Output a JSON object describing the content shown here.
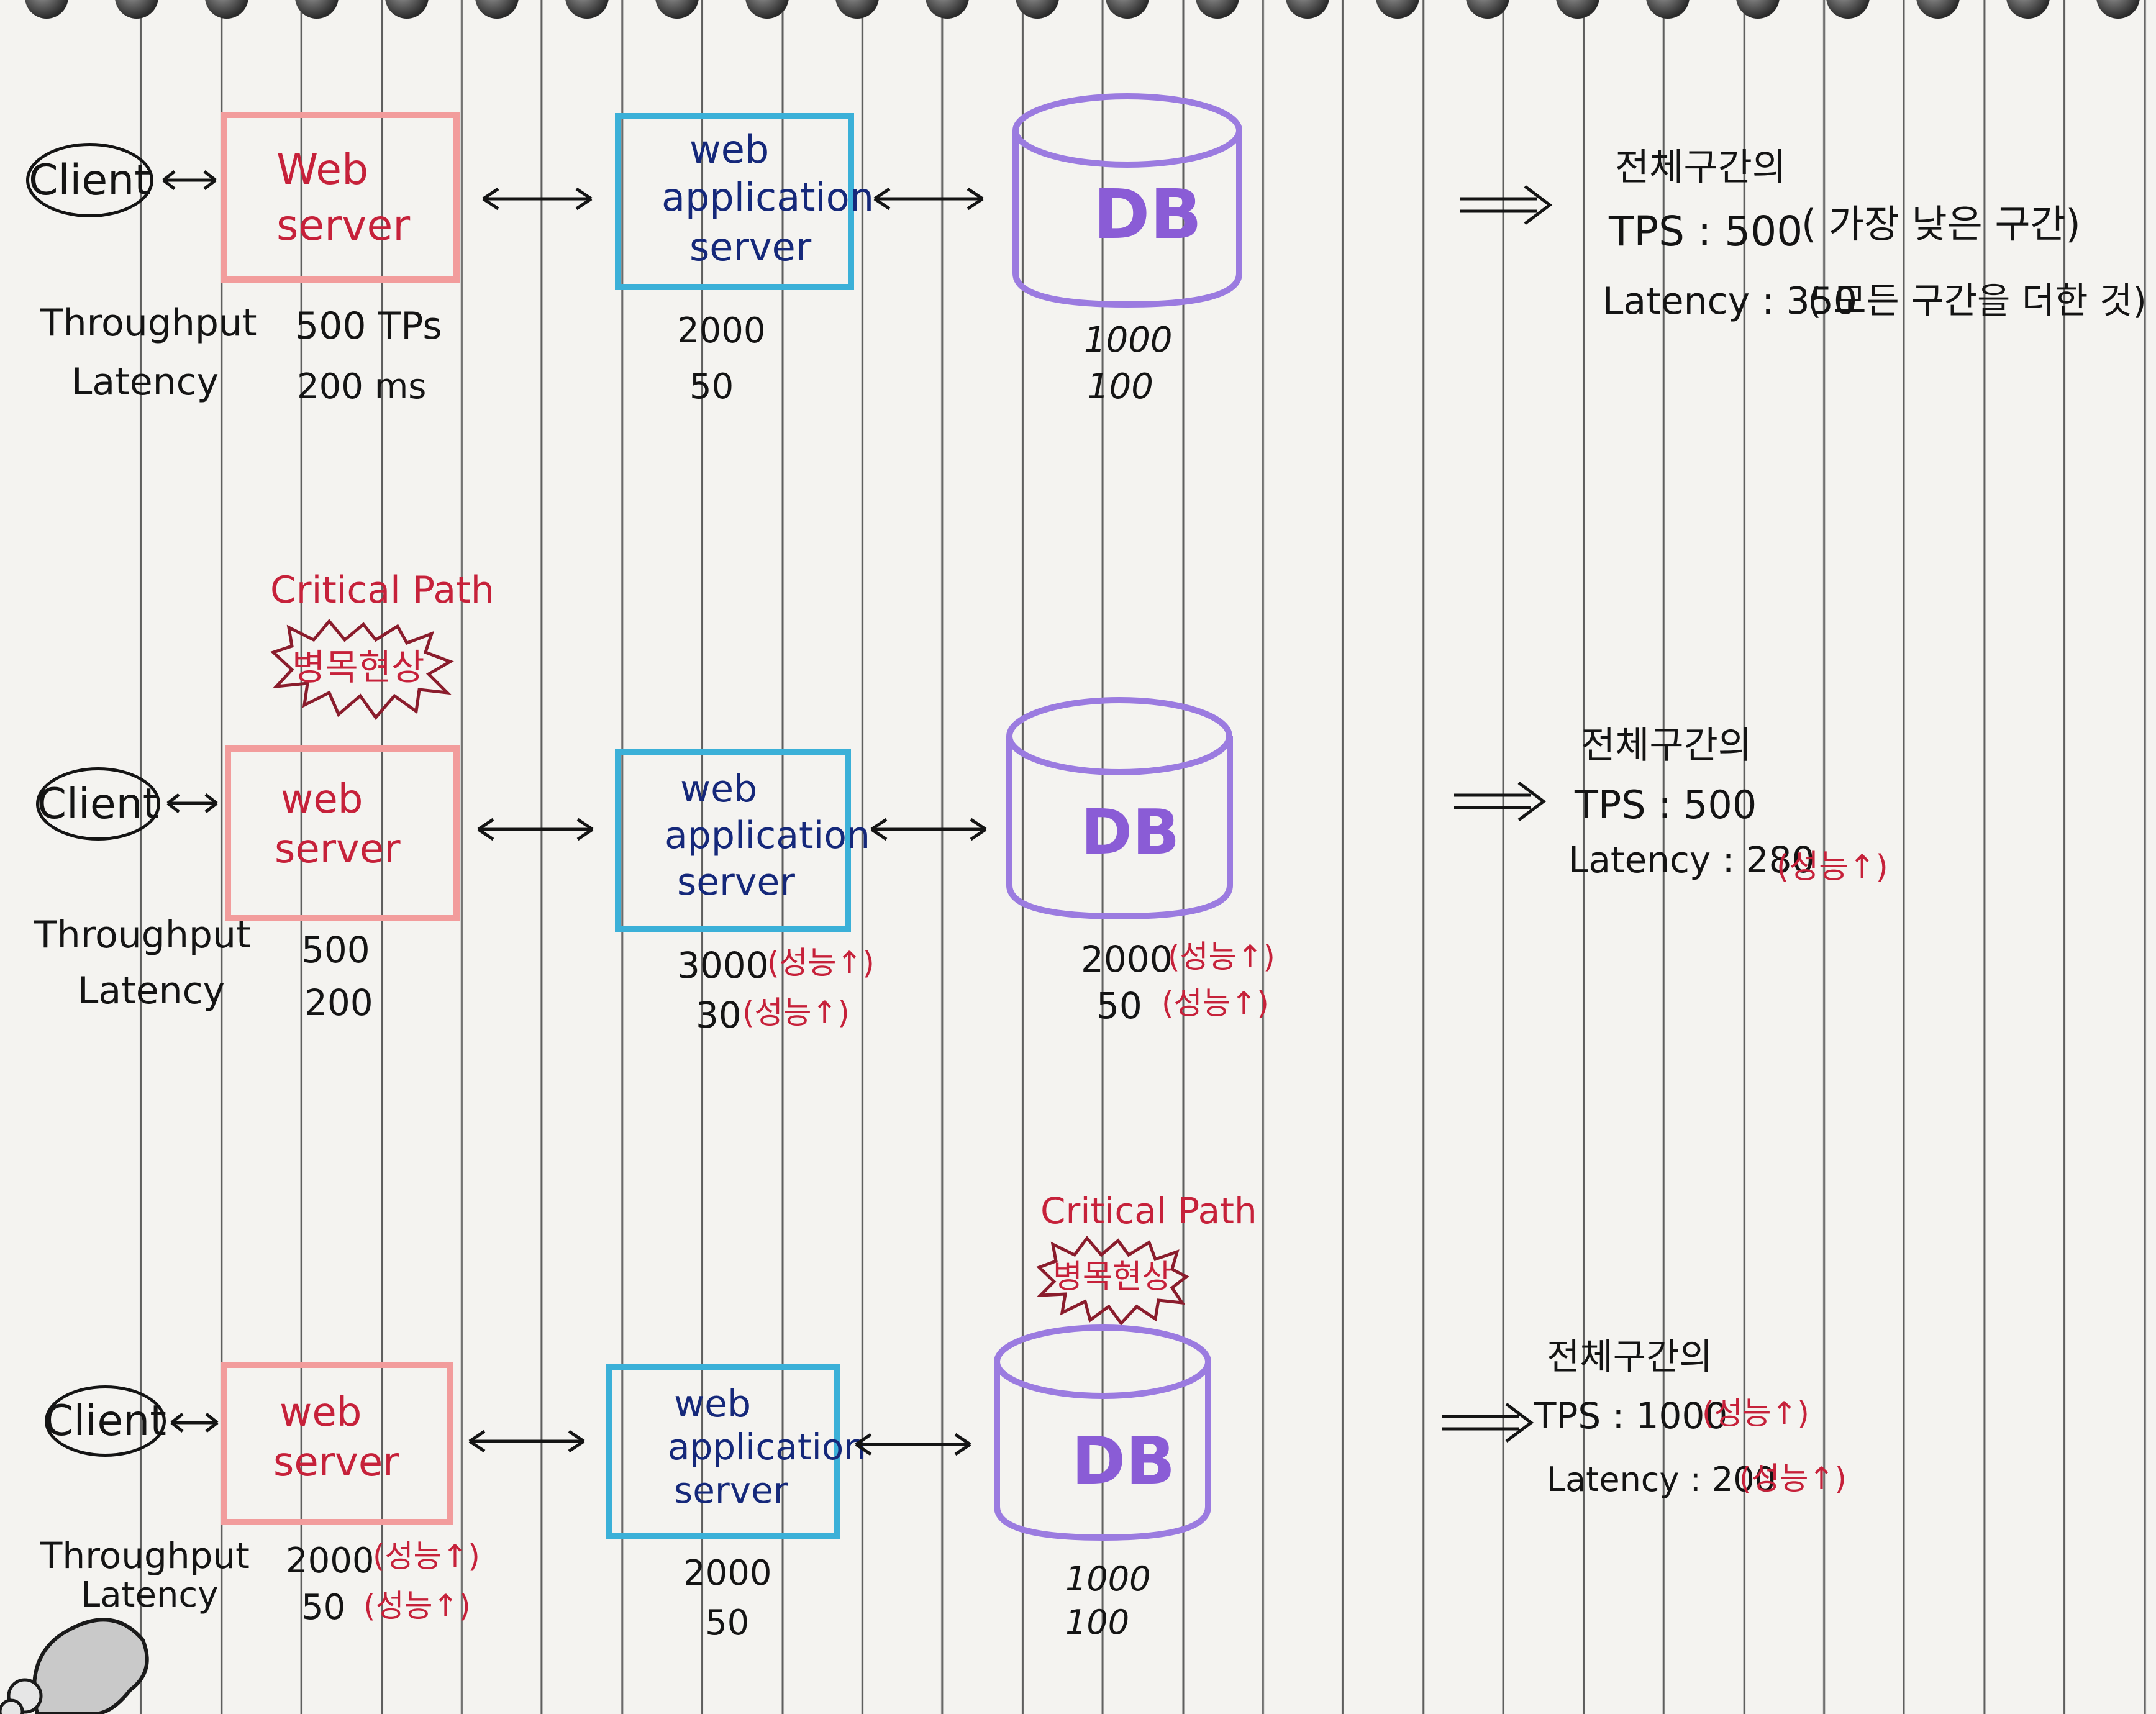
{
  "rows": [
    {
      "client": "Client",
      "web_server": [
        "Web",
        "server"
      ],
      "was": [
        "web",
        "application",
        "server"
      ],
      "db": "DB",
      "metric_labels": [
        "Throughput",
        "Latency"
      ],
      "web_values": [
        "500 TPs",
        "200 ms"
      ],
      "was_values": [
        "2000",
        "50"
      ],
      "db_values": [
        "1000",
        "100"
      ],
      "summary_title": "전체구간의",
      "summary_tps": "TPS : 500",
      "summary_tps_note": "( 가장 낮은 구간)",
      "summary_latency": "Latency : 350",
      "summary_latency_note": "( 모든 구간을 더한 것)"
    },
    {
      "client": "Client",
      "web_server": [
        "web",
        "server"
      ],
      "was": [
        "web",
        "application",
        "server"
      ],
      "db": "DB",
      "metric_labels": [
        "Throughput",
        "Latency"
      ],
      "critical_path": "Critical Path",
      "bottleneck": "병목현상",
      "web_values": [
        "500",
        "200"
      ],
      "was_values": [
        "3000",
        "30"
      ],
      "was_notes": [
        "(성능↑)",
        "(성능↑)"
      ],
      "db_values": [
        "2000",
        "50"
      ],
      "db_notes": [
        "(성능↑)",
        "(성능↑)"
      ],
      "summary_title": "전체구간의",
      "summary_tps": "TPS : 500",
      "summary_latency": "Latency : 280",
      "summary_latency_note": "(성능↑)"
    },
    {
      "client": "Client",
      "web_server": [
        "web",
        "server"
      ],
      "was": [
        "web",
        "application",
        "server"
      ],
      "db": "DB",
      "metric_labels": [
        "Throughput",
        "Latency"
      ],
      "critical_path": "Critical Path",
      "bottleneck": "병목현상",
      "web_values": [
        "2000",
        "50"
      ],
      "web_notes": [
        "(성능↑)",
        "(성능↑)"
      ],
      "was_values": [
        "2000",
        "50"
      ],
      "db_values": [
        "1000",
        "100"
      ],
      "summary_title": "전체구간의",
      "summary_tps": "TPS : 1000",
      "summary_tps_note": "(성능↑)",
      "summary_latency": "Latency : 200",
      "summary_latency_note": "(성능↑)"
    }
  ],
  "colors": {
    "web_server_box": "#f29c9c",
    "was_box": "#3bb0d8",
    "db": "#8a5cd6",
    "note_red": "#c6213a",
    "was_text": "#15287a",
    "ink": "#141414"
  }
}
